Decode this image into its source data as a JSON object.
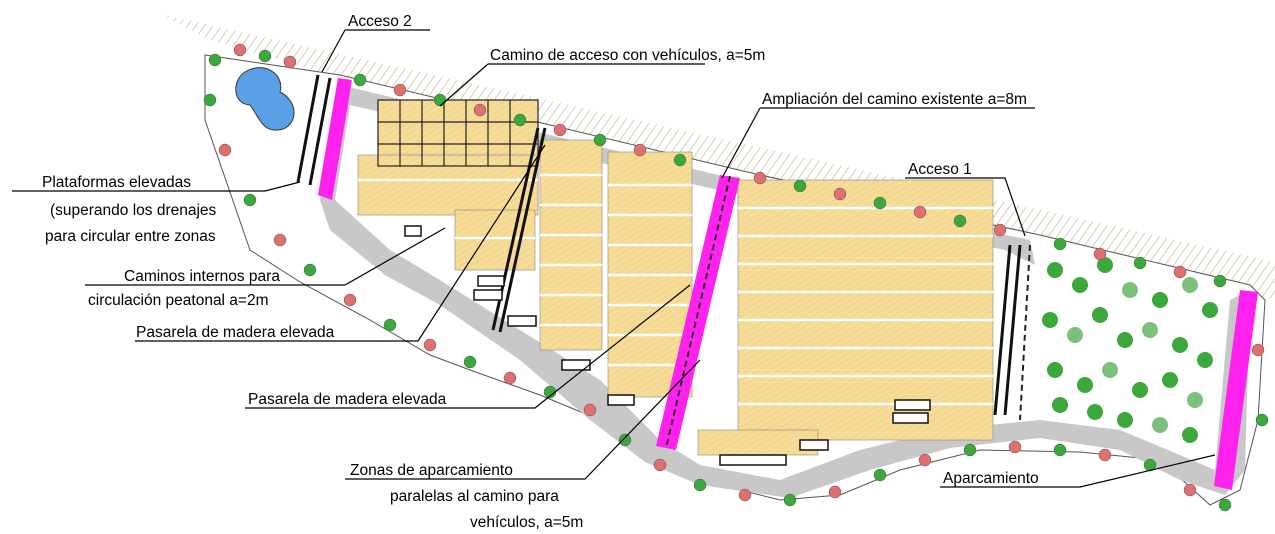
{
  "labels": {
    "acceso2": "Acceso 2",
    "camino_acceso": "Camino de acceso con vehículos, a=5m",
    "ampliacion": "Ampliación del camino existente a=8m",
    "acceso1": "Acceso 1",
    "plataformas_1": "Plataformas elevadas",
    "plataformas_2": "(superando los drenajes",
    "plataformas_3": "para circular entre zonas",
    "caminos_1": "Caminos internos para",
    "caminos_2": "circulación peatonal a=2m",
    "pasarela_a": "Pasarela de madera elevada",
    "pasarela_b": "Pasarela de madera elevada",
    "zonas_1": "Zonas de aparcamiento",
    "zonas_2": "paralelas al camino para",
    "zonas_3": "vehículos, a=5m",
    "aparcamiento": "Aparcamiento"
  },
  "colors": {
    "field": "#f6dc96",
    "road": "#c8c8c8",
    "magenta": "#ff22ee",
    "tree_green": "#3aa83a",
    "tree_pink": "#e07070",
    "water": "#5aa0e6",
    "hatch": "#b0a080"
  }
}
